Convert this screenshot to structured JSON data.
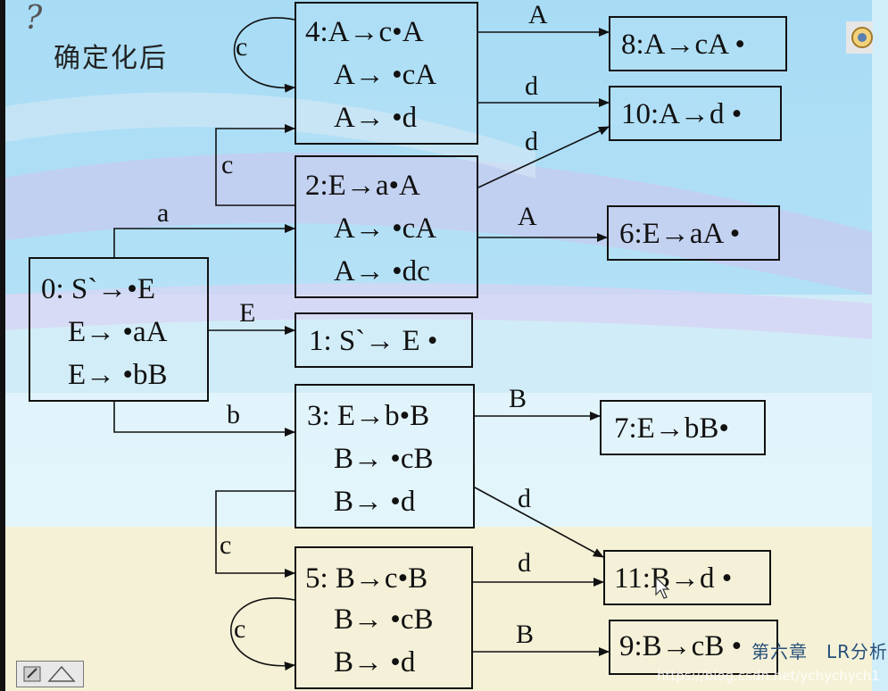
{
  "subtitle": "确定化后",
  "help_icon": "question-mark-icon",
  "states": {
    "s0": {
      "lines": [
        "0: S`→•E",
        "E→ •aA",
        "E→ •bB"
      ]
    },
    "s1": {
      "lines": [
        "1: S`→ E •"
      ]
    },
    "s2": {
      "lines": [
        "2:E→a•A",
        "A→ •cA",
        "A→ •dc"
      ]
    },
    "s3": {
      "lines": [
        "3: E→b•B",
        "B→ •cB",
        "B→ •d"
      ]
    },
    "s4": {
      "lines": [
        "4:A→c•A",
        "A→ •cA",
        "A→ •d"
      ]
    },
    "s5": {
      "lines": [
        "5: B→c•B",
        "B→ •cB",
        "B→ •d"
      ]
    },
    "s6": {
      "lines": [
        "6:E→aA •"
      ]
    },
    "s7": {
      "lines": [
        "7:E→bB•"
      ]
    },
    "s8": {
      "lines": [
        "8:A→cA •"
      ]
    },
    "s9": {
      "lines": [
        "9:B→cB •"
      ]
    },
    "s10": {
      "lines": [
        "10:A→d •"
      ]
    },
    "s11": {
      "lines": [
        "11:B→d •"
      ]
    }
  },
  "edges": {
    "e0_2": "a",
    "e0_1": "E",
    "e0_3": "b",
    "e2_4": "c",
    "e2_6": "A",
    "e2_10": "d",
    "e4_4": "c",
    "e4_8": "A",
    "e4_10": "d",
    "e3_7": "B",
    "e3_11": "d",
    "e3_5": "c",
    "e5_5": "c",
    "e5_11": "d",
    "e5_9": "B"
  },
  "footer": {
    "chapter": "第六章　LR分析",
    "watermark": "https://blog.csdn.net/ychychych1"
  },
  "colors": {
    "line": "#111111",
    "footer_text": "#27507a"
  }
}
